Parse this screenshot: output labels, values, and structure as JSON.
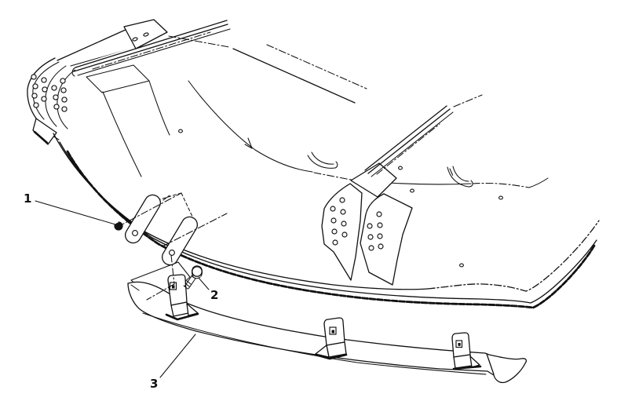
{
  "figure": {
    "type": "exploded-parts-line-drawing",
    "background_color": "#ffffff",
    "line_color": "#111111",
    "callouts": [
      {
        "label": "1",
        "points_to": "round-head bolt"
      },
      {
        "label": "2",
        "points_to": "hex-head bolt"
      },
      {
        "label": "3",
        "points_to": "bumper bar"
      }
    ]
  }
}
